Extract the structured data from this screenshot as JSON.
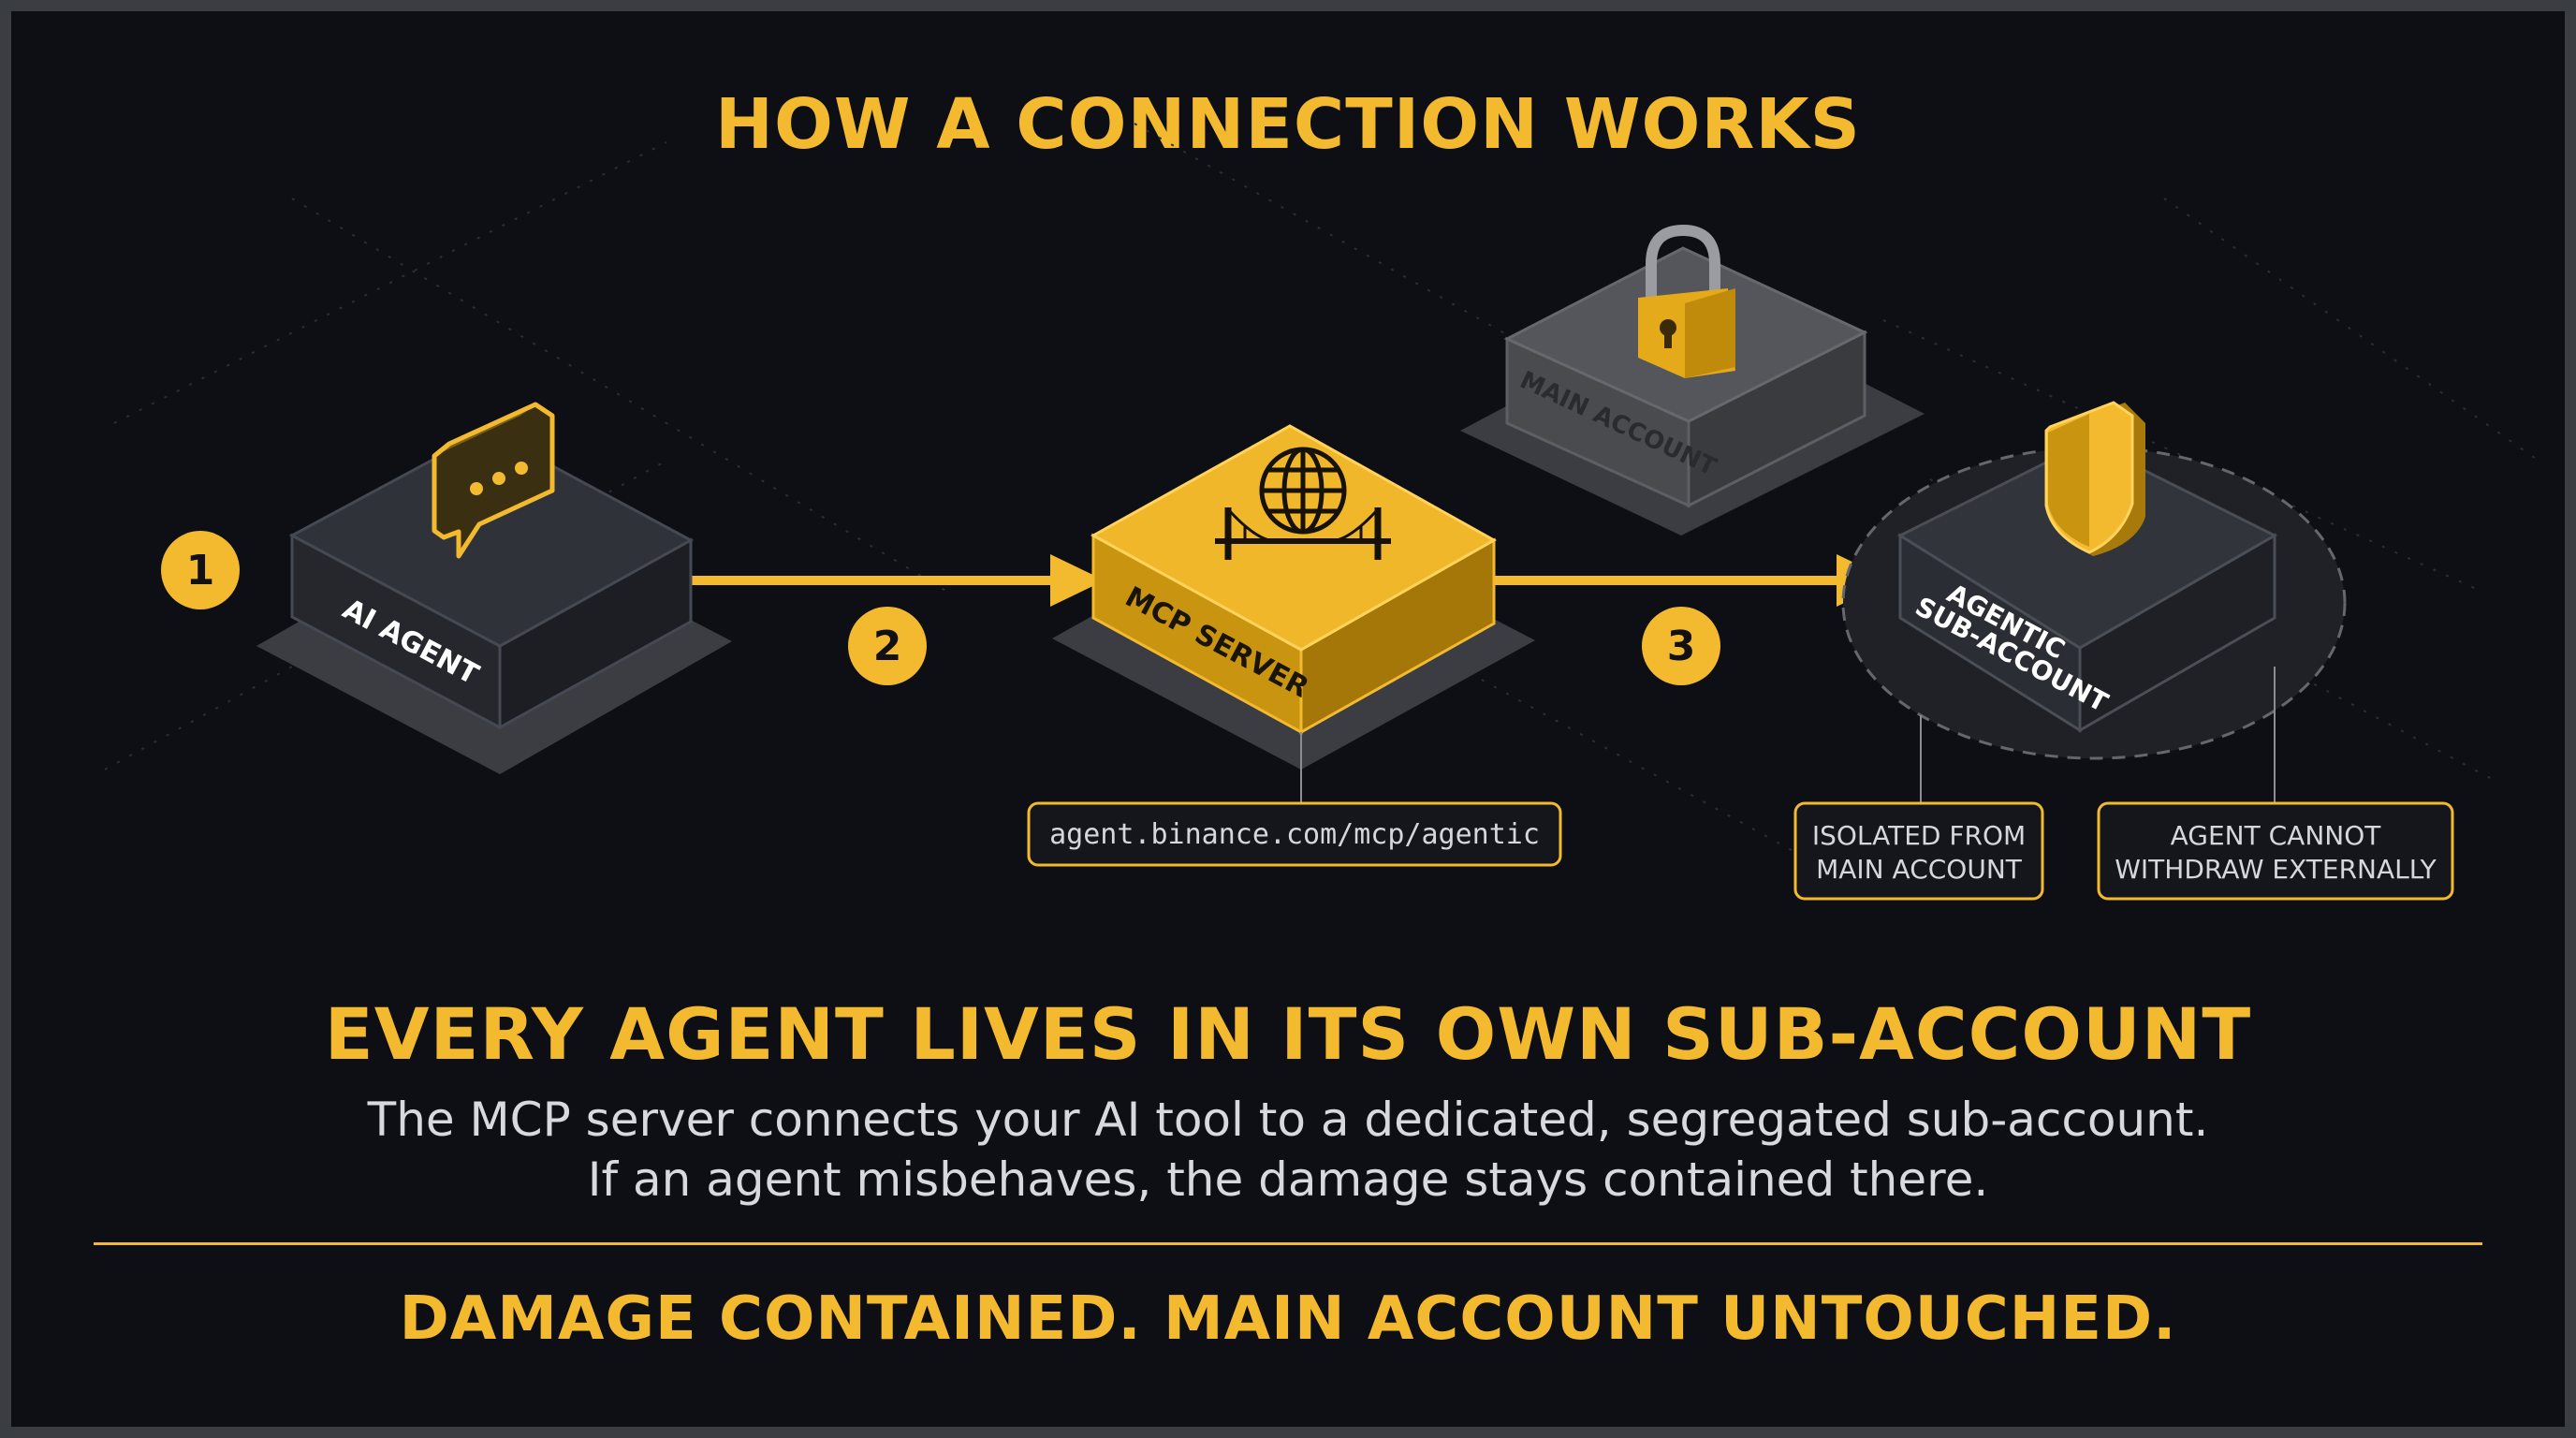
{
  "header": {
    "title": "HOW A CONNECTION WORKS"
  },
  "steps": [
    {
      "number": "1"
    },
    {
      "number": "2"
    },
    {
      "number": "3"
    }
  ],
  "nodes": {
    "ai_agent": {
      "label": "AI AGENT",
      "icon": "chat-bubble-icon"
    },
    "mcp_server": {
      "label": "MCP SERVER",
      "icon": "globe-bridge-icon"
    },
    "main_account": {
      "label": "MAIN ACCOUNT",
      "icon": "padlock-icon"
    },
    "sub_account": {
      "label_line1": "AGENTIC",
      "label_line2": "SUB-ACCOUNT",
      "icon": "shield-icon"
    }
  },
  "callouts": {
    "endpoint": "agent.binance.com/mcp/agentic",
    "isolated_line1": "ISOLATED FROM",
    "isolated_line2": "MAIN ACCOUNT",
    "withdraw_line1": "AGENT CANNOT",
    "withdraw_line2": "WITHDRAW EXTERNALLY"
  },
  "summary": {
    "title": "EVERY AGENT LIVES IN ITS OWN SUB-ACCOUNT",
    "line1": "The MCP server connects your AI tool to a dedicated, segregated sub-account.",
    "line2": "If an agent misbehaves, the damage stays contained there."
  },
  "footer": {
    "tagline": "DAMAGE CONTAINED. MAIN ACCOUNT UNTOUCHED."
  },
  "colors": {
    "accent": "#F3BA2F",
    "background": "#0d0f14",
    "block_dark": "#2a2d34",
    "main_account_block": "#4a4b4f"
  }
}
